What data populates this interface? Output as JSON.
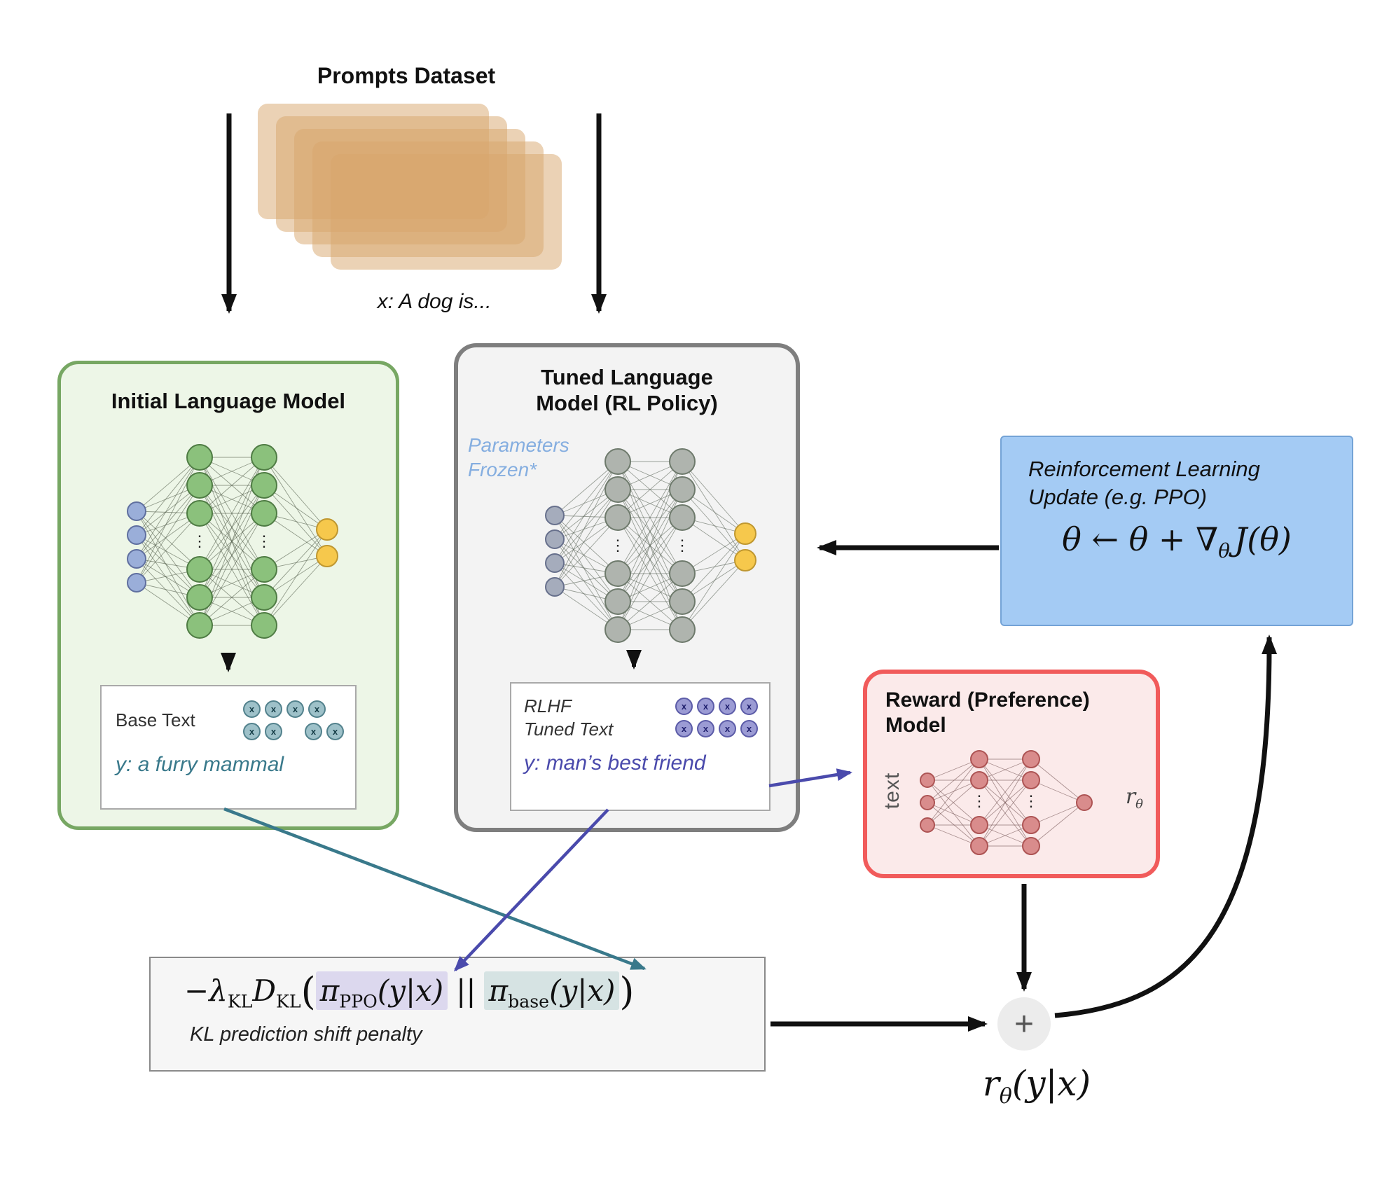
{
  "colors": {
    "card_tan": "#D8A66B",
    "initial_border": "#77A763",
    "initial_fill": "#EDF6E7",
    "tuned_border": "#7E7E7E",
    "tuned_fill": "#F3F3F3",
    "reward_border": "#F15B5B",
    "reward_fill": "#FBEAEA",
    "rl_fill": "#A4CBF4",
    "rl_border": "#74A3D6",
    "kl_fill": "#F6F6F6",
    "kl_border": "#8A8A8A",
    "teal": "#39798B",
    "purple": "#4A4AAC",
    "frozen_blue": "#85AEE0",
    "hl_purple": "#DCD8EE",
    "hl_teal": "#D6E3E3",
    "token_teal_fill": "#9EC1C9",
    "token_teal_stroke": "#53828D",
    "token_purple_fill": "#9B9BD4",
    "token_purple_stroke": "#5C5CA8",
    "net_input_blue": "#9AAED9",
    "net_input_blue_stroke": "#5F6F9F",
    "net_hidden_green": "#8BC17C",
    "net_hidden_green_stroke": "#4F7C44",
    "net_output_yellow": "#F6C84C",
    "net_output_yellow_stroke": "#BF9730",
    "net_gray_input": "#A5ACBC",
    "net_gray_input_stroke": "#67708C",
    "net_gray_hidden": "#AFB4AE",
    "net_gray_hidden_stroke": "#6E7A6C",
    "net_pink": "#D98C8C",
    "net_pink_stroke": "#AD5454",
    "arrow_black": "#111111",
    "plus_fill": "#ECECEC"
  },
  "prompts": {
    "title": "Prompts Dataset",
    "example_prefix": "x:",
    "example_text": "A dog is..."
  },
  "initial_model": {
    "title": "Initial Language Model",
    "output_label": "Base Text",
    "output_prefix": "y:",
    "output_text": "a furry mammal"
  },
  "tuned_model": {
    "title_line1": "Tuned Language",
    "title_line2": "Model (RL Policy)",
    "frozen_line1": "Parameters",
    "frozen_line2": "Frozen*",
    "label_line1": "RLHF",
    "label_line2": "Tuned Text",
    "output_prefix": "y:",
    "output_text": "man’s best friend"
  },
  "reward_model": {
    "title_line1": "Reward (Preference)",
    "title_line2": "Model",
    "input_label": "text",
    "out_r": "r",
    "out_sub": "θ"
  },
  "rl_update": {
    "title_line1": "Reinforcement Learning",
    "title_line2": "Update (e.g. PPO)",
    "f_main": "θ ← θ + ∇",
    "f_sub": "θ",
    "f_tail": "J(θ)"
  },
  "kl": {
    "neg_lambda": "−λ",
    "lambda_sub": "KL",
    "D": "D",
    "D_sub": "KL",
    "open": "(",
    "pi1": "π",
    "pi1_sub": "PPO",
    "pi1_args": "(y|x)",
    "par": "||",
    "pi2": "π",
    "pi2_sub": "base",
    "pi2_args": "(y|x)",
    "close": ")",
    "caption": "KL prediction shift penalty"
  },
  "sum": {
    "plus": "+",
    "r": "r",
    "r_sub": "θ",
    "r_args": "(y|x)"
  },
  "tokens": {
    "char": "x"
  }
}
